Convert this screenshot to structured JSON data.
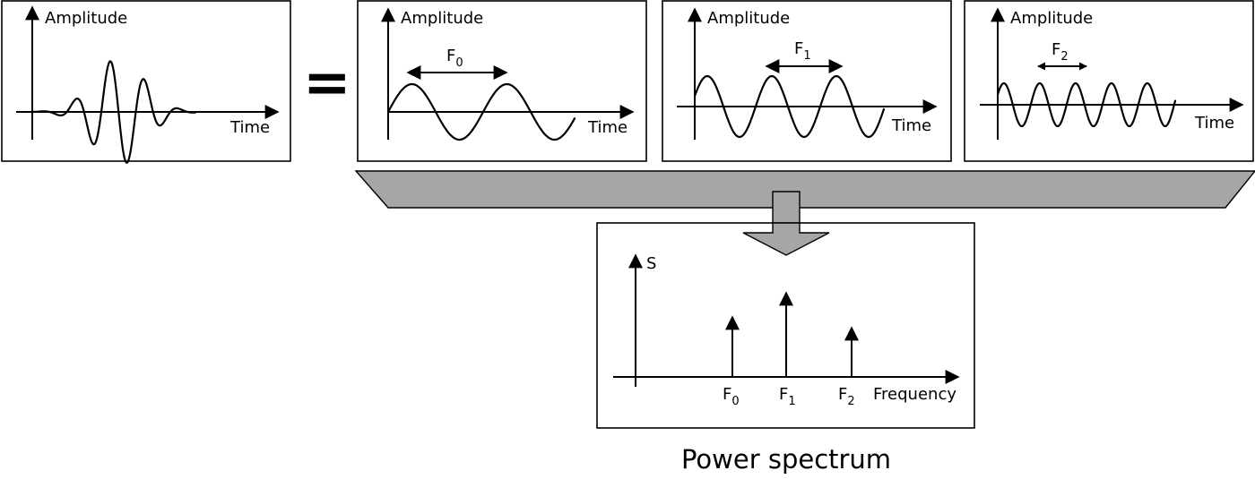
{
  "signal": {
    "y_axis_label": "Amplitude",
    "x_axis_label": "Time"
  },
  "operator": "=",
  "components": [
    {
      "y_axis_label": "Amplitude",
      "x_axis_label": "Time",
      "freq_symbol": "F",
      "freq_index": "0"
    },
    {
      "y_axis_label": "Amplitude",
      "x_axis_label": "Time",
      "freq_symbol": "F",
      "freq_index": "1"
    },
    {
      "y_axis_label": "Amplitude",
      "x_axis_label": "Time",
      "freq_symbol": "F",
      "freq_index": "2"
    }
  ],
  "spectrum": {
    "y_axis_label": "S",
    "x_axis_label": "Frequency",
    "peaks": [
      {
        "symbol": "F",
        "index": "0"
      },
      {
        "symbol": "F",
        "index": "1"
      },
      {
        "symbol": "F",
        "index": "2"
      }
    ],
    "caption": "Power spectrum"
  },
  "colors": {
    "funnel_fill": "#a6a6a6",
    "stroke": "#000000",
    "background": "#ffffff"
  }
}
